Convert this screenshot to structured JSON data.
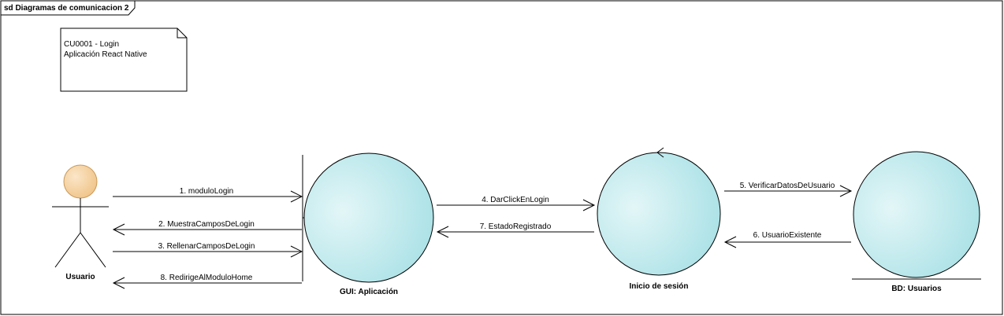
{
  "frame": {
    "title": "sd Diagramas de comunicacion 2"
  },
  "note": {
    "line1": "CU0001 - Login",
    "line2": "Aplicación React Native"
  },
  "actor": {
    "label": "Usuario"
  },
  "objects": {
    "gui": "GUI: Aplicación",
    "control": "Inicio de sesión",
    "entity": "BD: Usuarios"
  },
  "messages": [
    "1. moduloLogin",
    "2. MuestraCamposDeLogin",
    "3. RellenarCamposDeLogin",
    "4. DarClickEnLogin",
    "5. VerificarDatosDeUsuario",
    "6. UsuarioExistente",
    "7. EstadoRegistrado",
    "8. RedirigeAlModuloHome"
  ],
  "colors": {
    "object_fill_light": "#d6f1f3",
    "object_fill_dark": "#a9e1e6",
    "actor_head_fill": "#f6d2a0",
    "actor_head_stroke": "#c99a5a",
    "line": "#000000"
  }
}
